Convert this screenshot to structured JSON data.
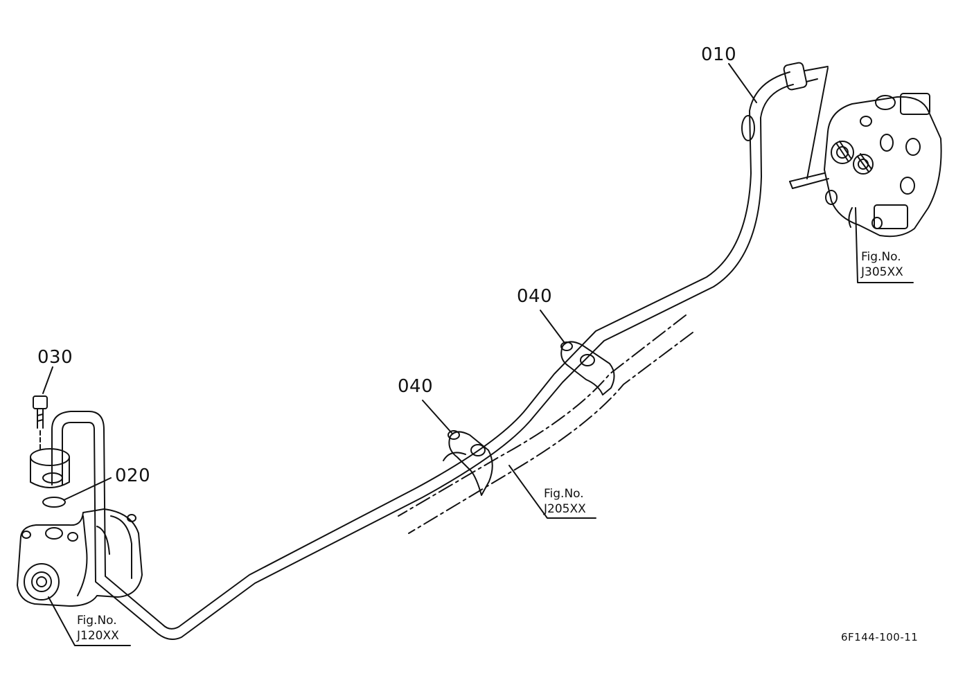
{
  "part_labels": [
    "010",
    "020",
    "030",
    "040",
    "040"
  ],
  "figure_refs": [
    {
      "line1": "Fig.No.",
      "line2": "J305XX"
    },
    {
      "line1": "Fig.No.",
      "line2": "J205XX"
    },
    {
      "line1": "Fig.No.",
      "line2": "J120XX"
    }
  ],
  "drawing_code": "6F144-100-11",
  "colors": {
    "line": "#111111",
    "background": "#ffffff"
  }
}
